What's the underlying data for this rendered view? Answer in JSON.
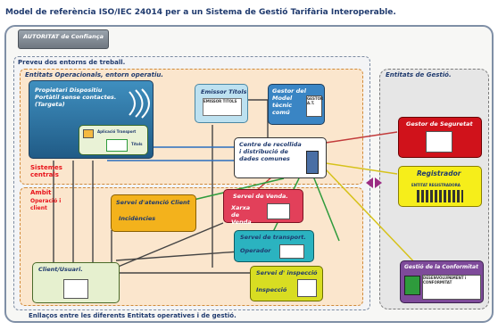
{
  "title": "Model de referència ISO/IEC 24014 per a un Sistema de Gestió Tarifària Interoperable.",
  "authority": "AUTORITAT de Confiança",
  "preveu": "Preveu dos entorns de treball.",
  "operational": {
    "label": "Entitats Operacionals, entorn operatiu.",
    "propietari": "Propietari Dispositiu Portàtil sense contactes. (Targeta)",
    "aplicacio": "Aplicació Transport",
    "titols": "Títols",
    "emissor": "Emissor Títols",
    "emissor_sub": "EMISSOR TITOLS",
    "gestor_model": "Gestor del Model tècnic comú",
    "gestor_model_sub": "GESTOR A.T.",
    "centre": "Centre de recollida i distribució de dades comunes",
    "servei_atencio": "Servei d'atenció Client",
    "incidencies": "Incidències",
    "servei_venda": "Servei de Venda.",
    "xarxa_venda": "Xarxa de Venda",
    "servei_transport": "Servei de transport.",
    "operador": "Operador",
    "servei_inspeccio": "Servei d' inspecció",
    "inspeccio": "Inspecció",
    "client": "Client/Usuari."
  },
  "red_labels": {
    "sistemes": "Sistemes centrals",
    "ambit": "Ambit",
    "operacio": "Operació i client"
  },
  "gestio": {
    "label": "Entitats de Gestió.",
    "seguretat": "Gestor de Seguretat",
    "registrador": "Registrador",
    "registrador_sub": "ENTITAT REGISTRADORA",
    "conformitat": "Gestió de la Conformitat",
    "conformitat_sub": "DESENVOLUPAMENT i CONFORMITAT"
  },
  "footer": "Enllaços entre les diferents Entitats operatives i de gestió."
}
